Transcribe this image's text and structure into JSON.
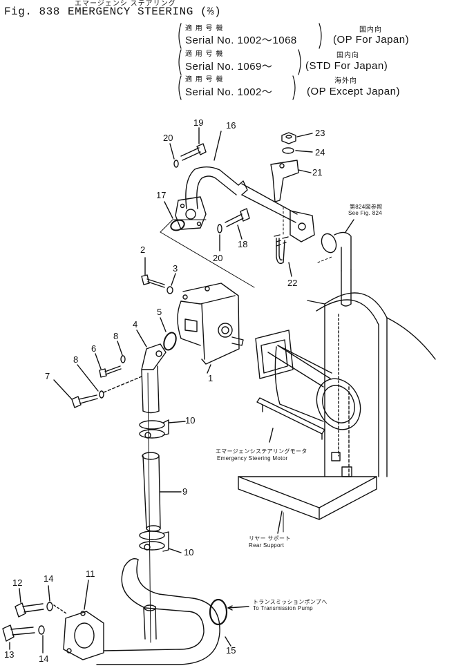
{
  "header": {
    "jp_title": "エマージェンシ ステアリング",
    "fig_label": "Fig. 838",
    "title": "EMERGENCY STEERING (⅔)"
  },
  "serial_rows": [
    {
      "jp_left": "適 用 号 機",
      "serial": "Serial No. 1002～1068",
      "jp_right": "国内向",
      "desc": "(OP For Japan)"
    },
    {
      "jp_left": "適 用 号 機",
      "serial": "Serial No. 1069～",
      "jp_right": "国内向",
      "desc": "(STD For Japan)"
    },
    {
      "jp_left": "適 用 号 機",
      "serial": "Serial No. 1002～",
      "jp_right": "海外向",
      "desc": "(OP Except Japan)"
    }
  ],
  "part_numbers": {
    "p1": "1",
    "p2": "2",
    "p3": "3",
    "p4": "4",
    "p5": "5",
    "p6": "6",
    "p7": "7",
    "p8a": "8",
    "p8b": "8",
    "p9": "9",
    "p10a": "10",
    "p10b": "10",
    "p11": "11",
    "p12": "12",
    "p13": "13",
    "p14a": "14",
    "p14b": "14",
    "p15": "15",
    "p16": "16",
    "p17": "17",
    "p18": "18",
    "p19": "19",
    "p20a": "20",
    "p20b": "20",
    "p21": "21",
    "p22": "22",
    "p23": "23",
    "p24": "24"
  },
  "annotations": {
    "see_fig_jp": "第824図参照",
    "see_fig": "See Fig. 824",
    "motor_jp": "エマージェンシステアリングモータ",
    "motor": "Emergency Steering Motor",
    "support_jp": "リヤー サポート",
    "support": "Rear Support",
    "pump_jp": "トランスミッションポンプへ",
    "pump": "To Transmission Pump"
  }
}
